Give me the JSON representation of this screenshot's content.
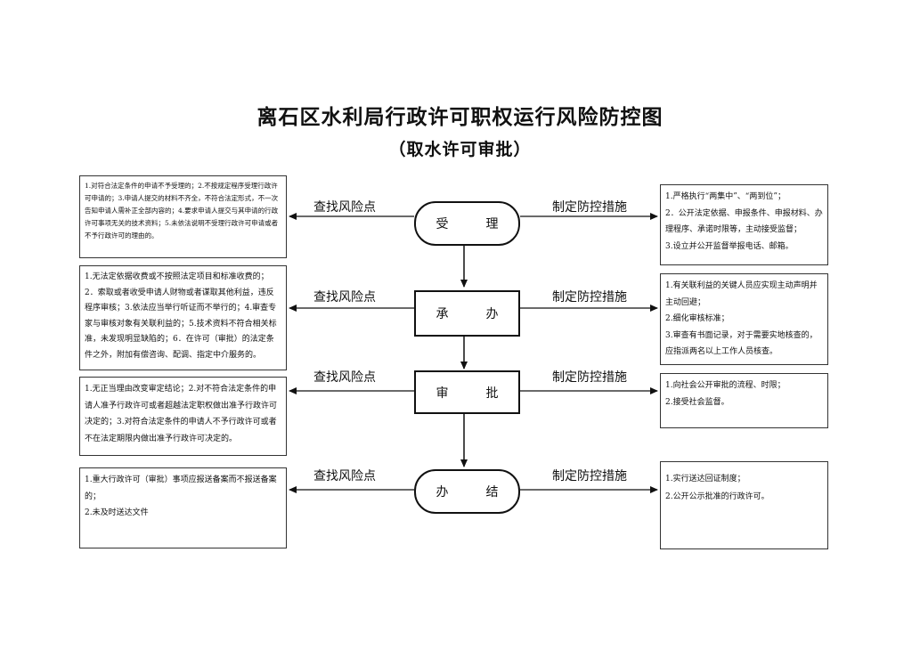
{
  "title": "离石区水利局行政许可职权运行风险防控图",
  "subtitle": "（取水许可审批）",
  "risk_label": "查找风险点",
  "control_label": "制定防控措施",
  "steps": [
    {
      "name": "受　理",
      "risks": [
        "1.对符合法定条件的申请不予受理的；2.不按规定程序受理行政许可申请的；3.申请人提交的材料不齐全，不符合法定形式，不一次告知申请人需补正全部内容的；4.要求申请人提交与其申请的行政许可事项无关的技术资料；5.未依法说明不受理行政许可申请或者不予行政许可的理由的。"
      ],
      "controls": [
        "1.严格执行“两集中”、“两到位”；",
        "2．公开法定依据、申报条件、申报材料、办理程序、承诺时限等，主动接受监督；",
        "3.设立并公开监督举报电话、邮箱。"
      ]
    },
    {
      "name": "承　办",
      "risks": [
        "1.无法定依据收费或不按照法定项目和标准收费的；",
        "2．索取或者收受申请人财物或者谋取其他利益，违反程序审核；3.依法应当举行听证而不举行的；4.审查专家与审核对象有关联利益的；5.技术资料不符合相关标准，未发现明显缺陷的；6．在许可（审批）的法定条件之外，附加有偿咨询、配调、指定中介服务的。"
      ],
      "controls": [
        "1.有关联利益的关键人员应实现主动声明并主动回避；",
        "2.细化审核标准；",
        "3.审查有书面记录，对于需要实地核查的，应指派两名以上工作人员核查。"
      ]
    },
    {
      "name": "审　批",
      "risks": [
        "1.无正当理由改变审定结论；2.对不符合法定条件的申请人准予行政许可或者超越法定职权做出准予行政许可决定的；3.对符合法定条件的申请人不予行政许可或者不在法定期限内做出准予行政许可决定的。"
      ],
      "controls": [
        "1.向社会公开审批的流程、时限；",
        "2.接受社会监督。"
      ]
    },
    {
      "name": "办　结",
      "risks": [
        "1.重大行政许可（审批）事项应报送备案而不报送备案的；",
        "2.未及时送达文件"
      ],
      "controls": [
        "1.实行送达回证制度；",
        "2.公开公示批准的行政许可。"
      ]
    }
  ]
}
